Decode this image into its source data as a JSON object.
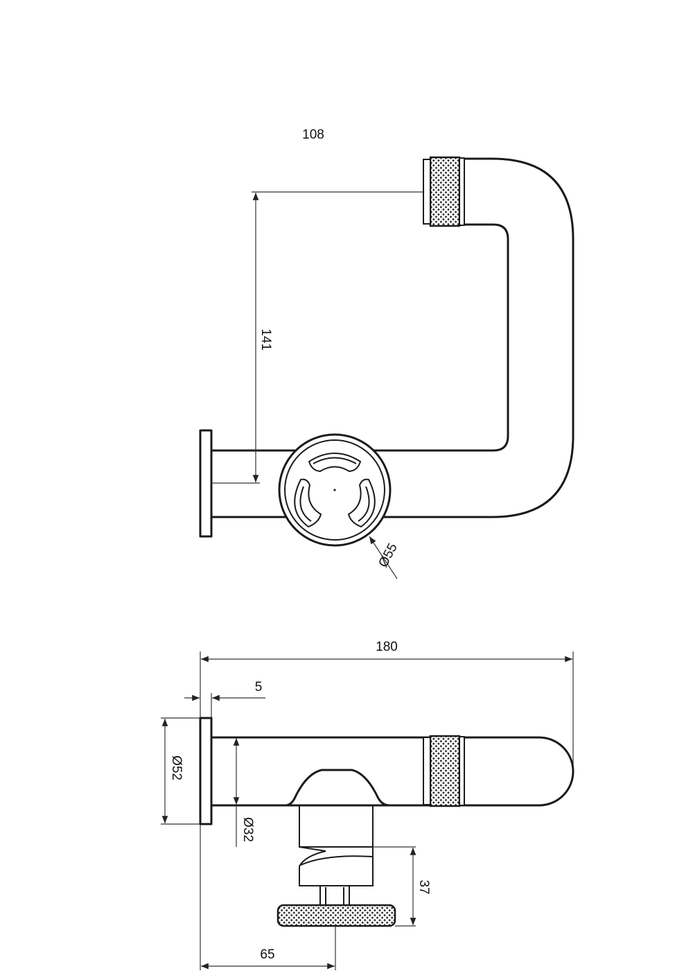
{
  "dimensions": {
    "top_width": "108",
    "top_height": "141",
    "wheel_diameter": "Ø55",
    "overall_length": "180",
    "flange_thickness": "5",
    "flange_diameter": "Ø52",
    "pipe_diameter": "Ø32",
    "valve_height": "37",
    "valve_offset": "65"
  },
  "colors": {
    "line": "#1a1a1a",
    "knurl": "#2a2a2a"
  }
}
